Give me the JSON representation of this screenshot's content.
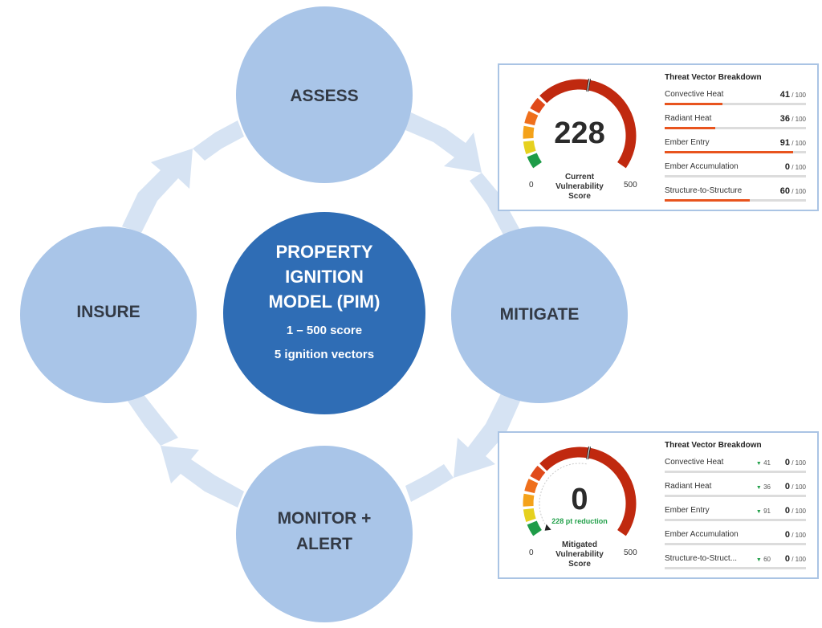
{
  "cycle": {
    "center": {
      "title_lines": [
        "PROPERTY",
        "IGNITION",
        "MODEL (PIM)"
      ],
      "subtitle_lines": [
        "1 – 500 score",
        "5 ignition vectors"
      ]
    },
    "stages": {
      "assess": "ASSESS",
      "mitigate": "MITIGATE",
      "monitor_lines": [
        "MONITOR +",
        "ALERT"
      ],
      "insure": "INSURE"
    },
    "colors": {
      "stage_circle": "#a9c5e8",
      "center_circle": "#2f6db5",
      "arrow": "#d6e3f3"
    }
  },
  "current_panel": {
    "score": "228",
    "score_value": 228,
    "score_label_lines": [
      "Current",
      "Vulnerability",
      "Score"
    ],
    "scale_min": "0",
    "scale_max": "500",
    "breakdown_title": "Threat Vector Breakdown",
    "max_label": "/ 100",
    "vectors": [
      {
        "name": "Convective Heat",
        "value": "41",
        "fraction": 0.41
      },
      {
        "name": "Radiant Heat",
        "value": "36",
        "fraction": 0.36
      },
      {
        "name": "Ember Entry",
        "value": "91",
        "fraction": 0.91
      },
      {
        "name": "Ember Accumulation",
        "value": "0",
        "fraction": 0
      },
      {
        "name": "Structure-to-Structure",
        "value": "60",
        "fraction": 0.6
      }
    ]
  },
  "mitigated_panel": {
    "score": "0",
    "score_value": 0,
    "reduction": "228 pt reduction",
    "score_label_lines": [
      "Mitigated",
      "Vulnerability",
      "Score"
    ],
    "scale_min": "0",
    "scale_max": "500",
    "breakdown_title": "Threat Vector Breakdown",
    "max_label": "/ 100",
    "vectors": [
      {
        "name": "Convective Heat",
        "previous": "41",
        "value": "0"
      },
      {
        "name": "Radiant Heat",
        "previous": "36",
        "value": "0"
      },
      {
        "name": "Ember Entry",
        "previous": "91",
        "value": "0"
      },
      {
        "name": "Ember Accumulation",
        "previous": "",
        "value": "0"
      },
      {
        "name": "Structure-to-Struct...",
        "previous": "60",
        "value": "0"
      }
    ]
  },
  "gauge_colors": [
    "#1e9c48",
    "#e6d11f",
    "#f4a21a",
    "#ef6f1c",
    "#e04a1a",
    "#c0290f"
  ]
}
